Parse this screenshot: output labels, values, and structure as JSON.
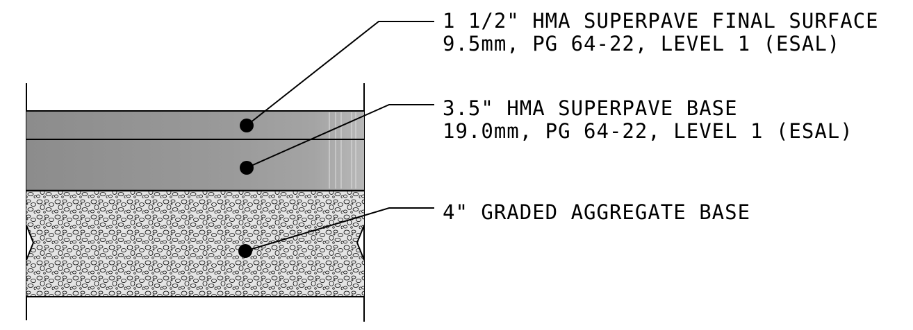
{
  "layers": [
    {
      "id": "surface",
      "line1": "1 1/2\" HMA SUPERPAVE FINAL SURFACE",
      "line2": "9.5mm, PG 64-22, LEVEL 1 (ESAL)"
    },
    {
      "id": "base",
      "line1": "3.5\" HMA SUPERPAVE BASE",
      "line2": "19.0mm, PG 64-22, LEVEL 1 (ESAL)"
    },
    {
      "id": "aggregate",
      "line1": "4\" GRADED AGGREGATE BASE",
      "line2": ""
    }
  ],
  "colors": {
    "ink": "#000000",
    "asphalt": "#8f8f8f",
    "asphalt_light": "#b4b4b4",
    "aggregate_bg": "#e6e6e6"
  }
}
